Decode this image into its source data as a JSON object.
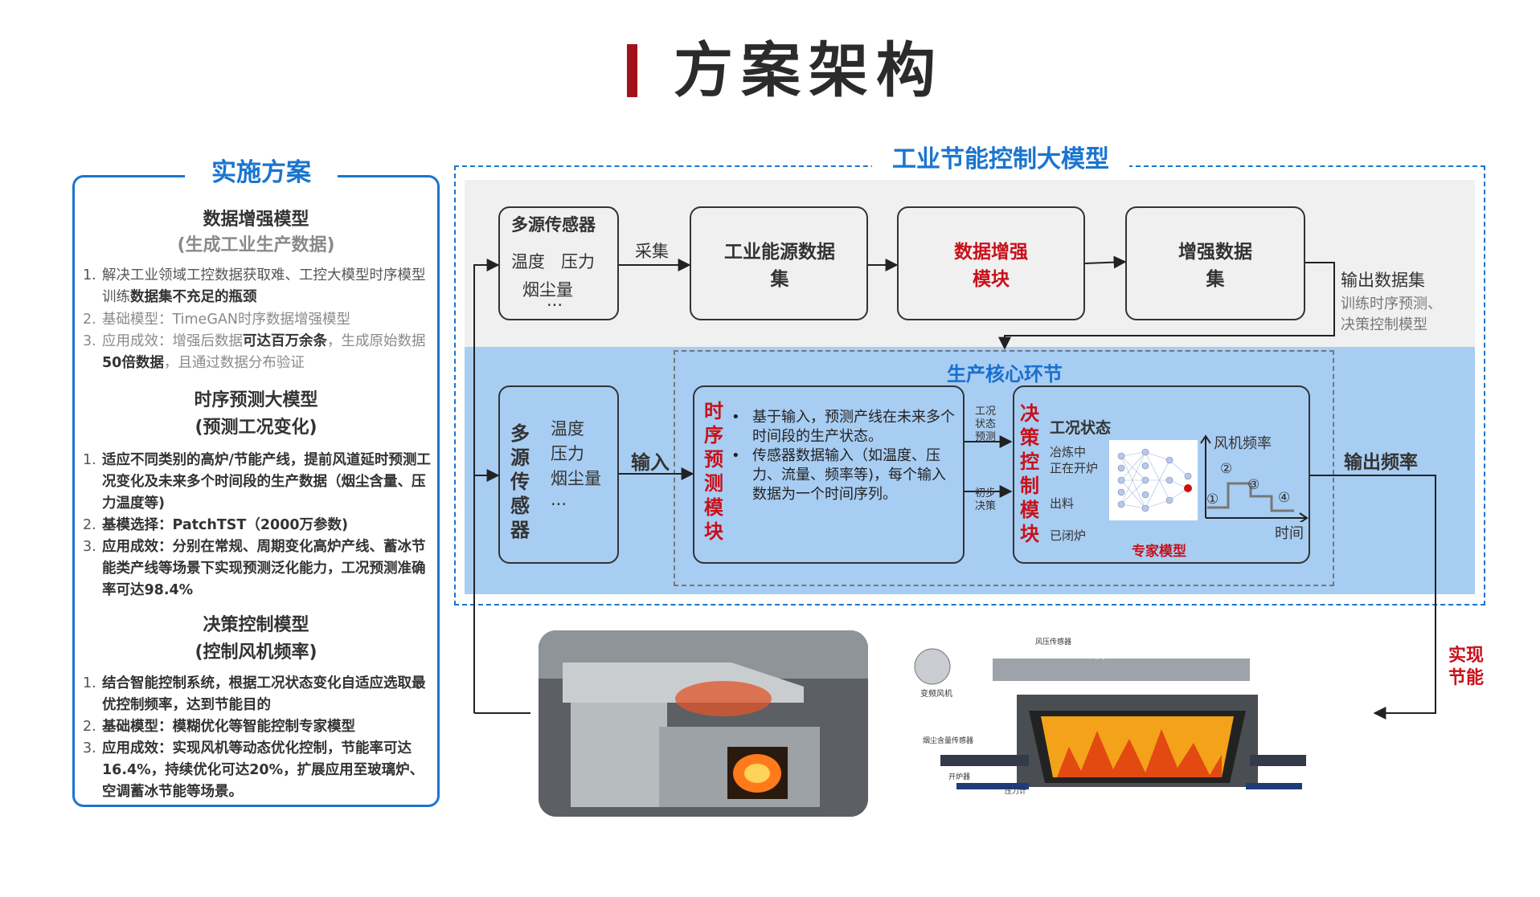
{
  "title": "方案架构",
  "left_panel": {
    "heading": "实施方案",
    "sections": [
      {
        "title": "数据增强模型",
        "subtitle": "(生成工业生产数据)",
        "items": [
          {
            "num": "1.",
            "text_a": "解决工业领域工控数据获取难、工控大模型时序模型训练",
            "bold": "数据集不充足的瓶颈",
            "text_b": ""
          },
          {
            "num": "2.",
            "text": "基础模型：TimeGAN时序数据增强模型"
          },
          {
            "num": "3.",
            "text_a": "应用成效：增强后数据",
            "bold": "可达百万余条",
            "text_b": "，生成原始数据",
            "bold2": "50倍数据",
            "text_c": "，且通过数据分布验证"
          }
        ]
      },
      {
        "title": "时序预测大模型",
        "subtitle": "(预测工况变化)",
        "items": [
          {
            "num": "1.",
            "text": "适应不同类别的高炉/节能产线，提前风道延时预测工况变化及未来多个时间段的生产数据（烟尘含量、压力温度等)"
          },
          {
            "num": "2.",
            "text": "基模选择：PatchTST（2000万参数)"
          },
          {
            "num": "3.",
            "text": "应用成效：分别在常规、周期变化高炉产线、蓄冰节能类产线等场景下实现预测泛化能力，工况预测准确率可达98.4%"
          }
        ]
      },
      {
        "title": "决策控制模型",
        "subtitle": "(控制风机频率)",
        "items": [
          {
            "num": "1.",
            "text": "结合智能控制系统，根据工况状态变化自适应选取最优控制频率，达到节能目的"
          },
          {
            "num": "2.",
            "text": "基础模型：模糊优化等智能控制专家模型"
          },
          {
            "num": "3.",
            "text": "应用成效：实现风机等动态优化控制，节能率可达16.4%，持续优化可达20%，扩展应用至玻璃炉、空调蓄冰节能等场景。"
          }
        ]
      }
    ]
  },
  "diagram": {
    "title": "工业节能控制大模型",
    "top_row": {
      "sensor_title": "多源传感器",
      "sensor_items": [
        "温度",
        "压力",
        "烟尘量",
        "..."
      ],
      "collect_label": "采集",
      "box1": "工业能源数据集",
      "box2": "数据增强模块",
      "box3": "增强数据集",
      "output_title": "输出数据集",
      "output_desc": "训练时序预测、决策控制模型"
    },
    "core": {
      "title": "生产核心环节",
      "sensor_title": "多源传感器",
      "sensor_items": [
        "温度",
        "压力",
        "烟尘量",
        "..."
      ],
      "input_label": "输入",
      "ts_module": "时序预测模块",
      "ts_bullets": [
        "基于输入，预测产线在未来多个时间段的生产状态。",
        "传感器数据输入（如温度、压力、流量、频率等)，每个输入数据为一个时间序列。"
      ],
      "mid_label_top": "工况状态预测",
      "mid_label_bottom": "初步决策",
      "dc_module": "决策控制模块",
      "state_title": "工况状态",
      "states": [
        "冶炼中",
        "正在开炉",
        "出料",
        "已闭炉"
      ],
      "chart_y": "风机频率",
      "chart_x": "时间",
      "steps": [
        "①",
        "②",
        "③",
        "④"
      ],
      "expert_label": "专家模型",
      "output_label": "输出频率"
    },
    "energy_label": "实现节能",
    "furnace_labels": {
      "fan": "变频风机",
      "pressure_sensor": "风压传感器",
      "air_door": "风门",
      "dust_sensor": "烟尘含量传感器",
      "opener": "开炉器",
      "gauge": "压力计"
    }
  },
  "colors": {
    "accent_blue": "#1a75cf",
    "title_red": "#a3121b",
    "module_red": "#c8101a",
    "band_blue": "#a8cdf2",
    "band_gray": "#f0f0f0"
  }
}
